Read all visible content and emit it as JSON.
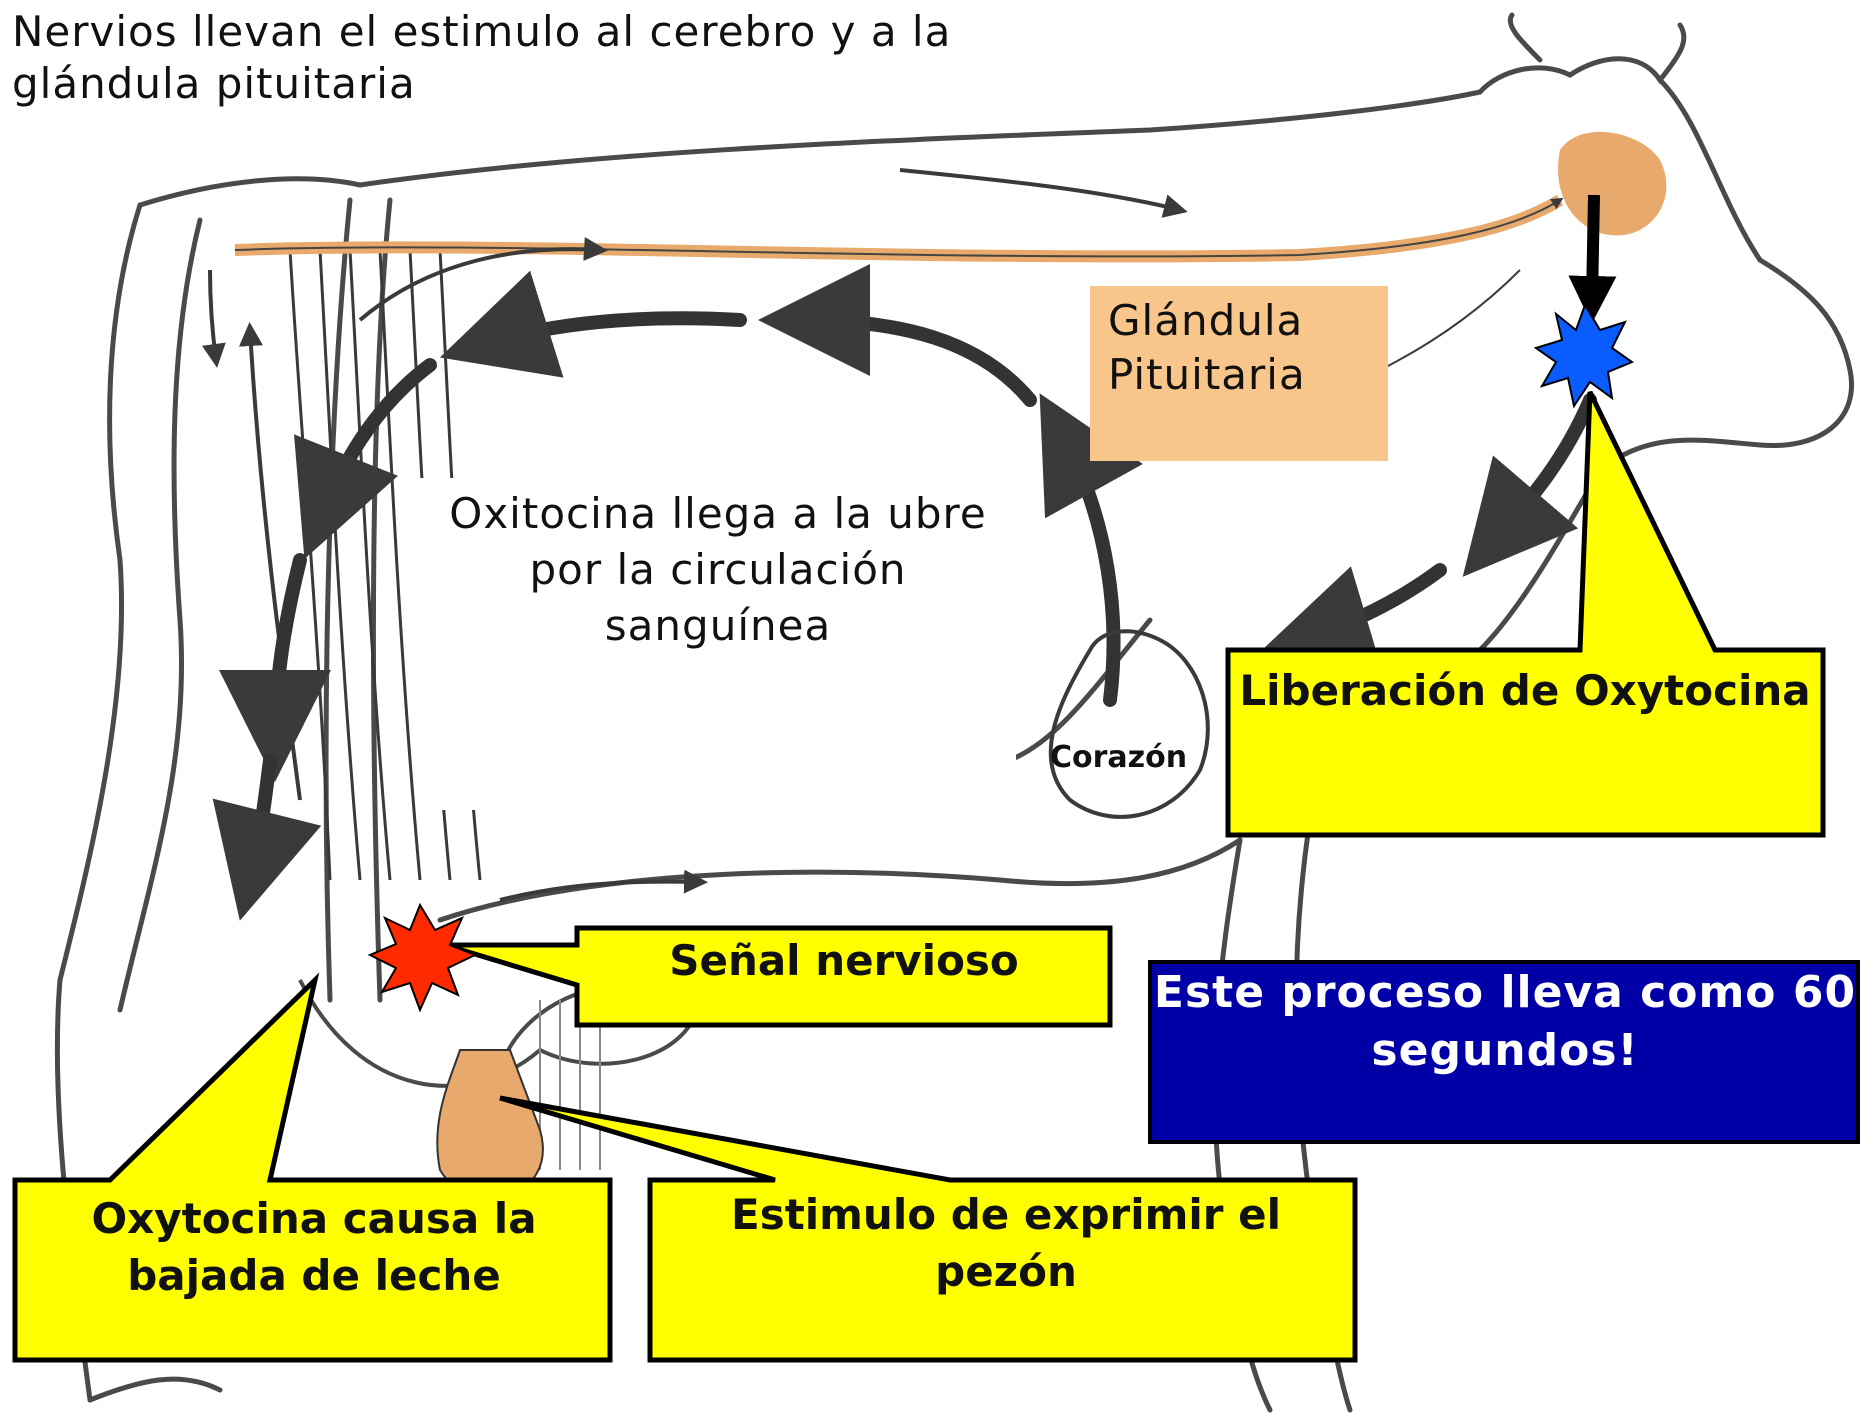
{
  "caption": "Nervios llevan el estimulo al cerebro y a la glándula pituitaria",
  "pituitary": "Glándula Pituitaria",
  "bloodstream": "Oxitocina llega a la ubre por la circulación sanguínea",
  "heart": "Corazón",
  "callouts": {
    "release": "Liberación de Oxytocina",
    "nerve_signal": "Señal nervioso",
    "milk_letdown": "Oxytocina causa la bajada de leche",
    "teat_stimulus": "Estimulo de exprimir el pezón"
  },
  "note": "Este proceso lleva como 60 segundos!",
  "colors": {
    "callout_fill": "#ffff00",
    "note_fill": "#0000a6",
    "gland_fill": "#f8c58a",
    "release_burst": "#0a5cff",
    "nerve_burst": "#ff2a00"
  }
}
